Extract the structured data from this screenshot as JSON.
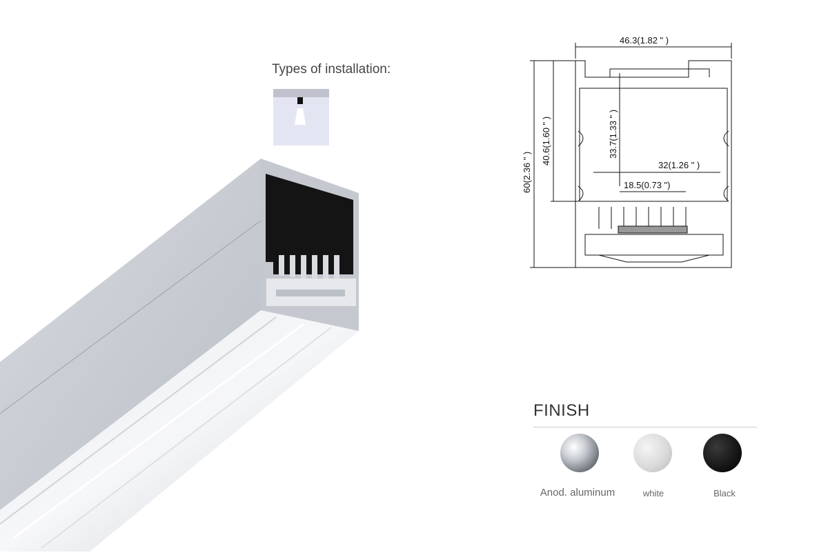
{
  "installation": {
    "title": "Types of installation:",
    "icon": "recessed-ceiling-light-icon"
  },
  "drawing": {
    "width_dim": "46.3(1.82 \" )",
    "height_total_dim": "60(2.36 \" )",
    "height_inner_dim": "40.6(1.60 \" )",
    "channel_height_dim": "33.7(1.33 \" )",
    "channel_width_dim": "32(1.26 \" )",
    "pcb_width_dim": "18.5(0.73 \")"
  },
  "finish": {
    "title": "FINISH",
    "options": [
      {
        "label": "Anod. aluminum",
        "color": "#b8bcc2",
        "icon": "anodized-aluminum-swatch"
      },
      {
        "label": "white",
        "color": "#dcdcdc",
        "icon": "white-swatch"
      },
      {
        "label": "Black",
        "color": "#111111",
        "icon": "black-swatch"
      }
    ]
  },
  "colors": {
    "profile_body": "#c9cdd3",
    "profile_interior": "#141414"
  }
}
